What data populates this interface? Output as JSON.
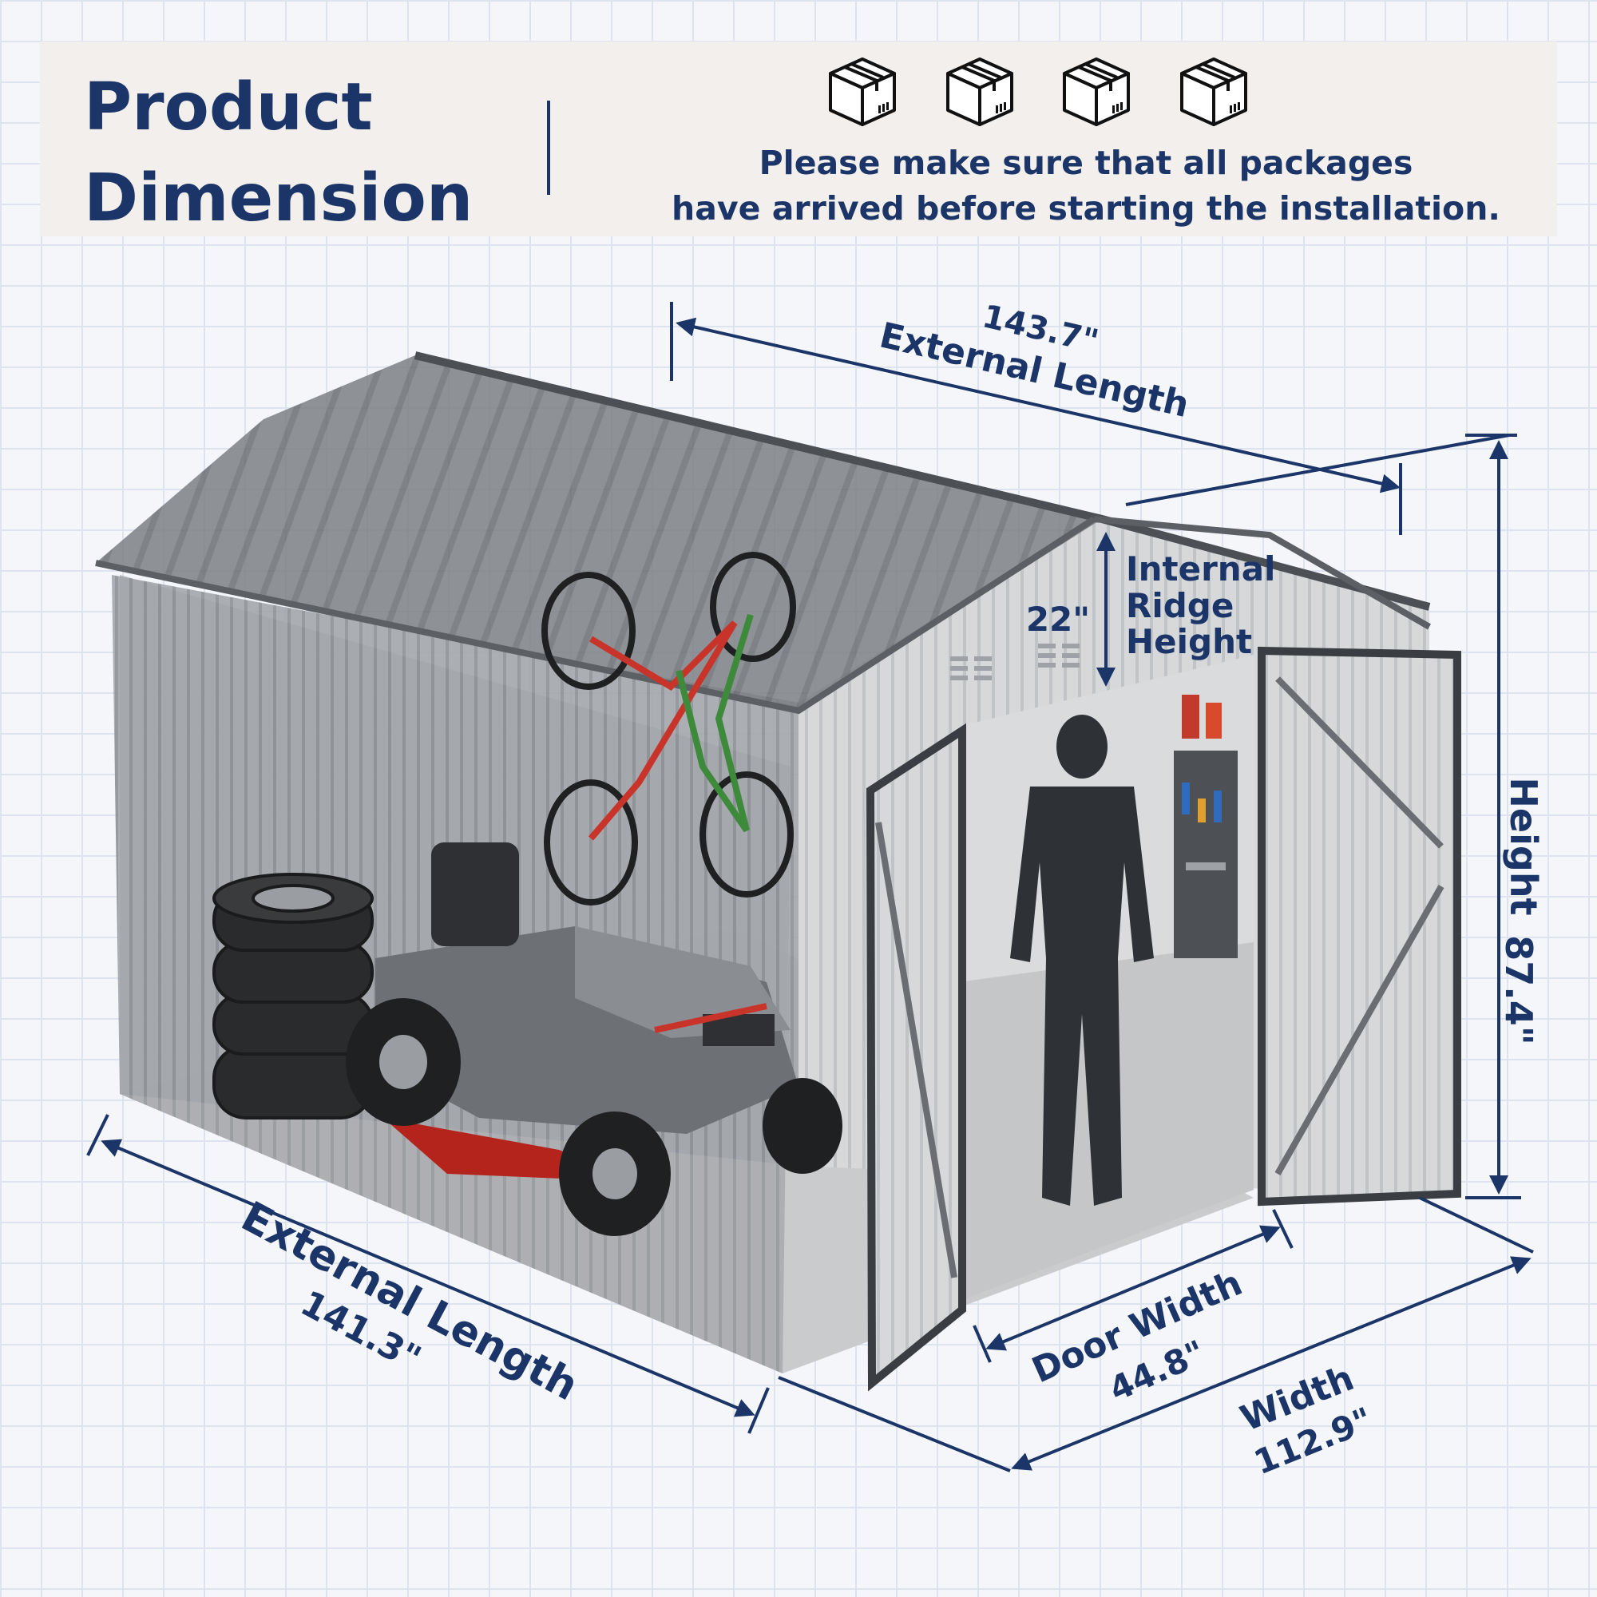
{
  "header": {
    "title_line1": "Product",
    "title_line2": "Dimension",
    "notice_line1": "Please make sure that all packages",
    "notice_line2": "have arrived before starting the installation.",
    "package_icons": [
      "package-box-icon",
      "package-box-icon",
      "package-box-icon",
      "package-box-icon"
    ]
  },
  "dimensions": {
    "top_length_value": "143.7\"",
    "top_length_label": "External Length",
    "ridge_value": "22\"",
    "ridge_label_line1": "Internal",
    "ridge_label_line2": "Ridge",
    "ridge_label_line3": "Height",
    "height_label": "Height",
    "height_value": "87.4\"",
    "bottom_length_label": "External Length",
    "bottom_length_value": "141.3\"",
    "door_width_label": "Door Width",
    "door_width_value": "44.8\"",
    "width_label": "Width",
    "width_value": "112.9\""
  },
  "colors": {
    "brand_navy": "#1b3568",
    "header_bg": "#f2efec",
    "shed_gray": "#8a8d90"
  }
}
